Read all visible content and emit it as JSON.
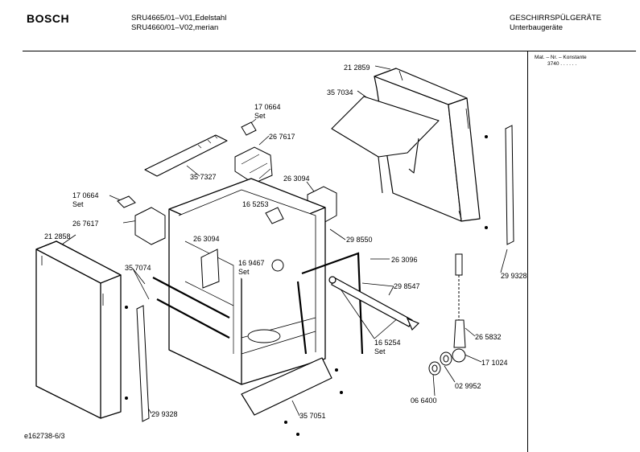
{
  "header": {
    "brand": "BOSCH",
    "model_line1": "SRU4665/01–V01,Edelstahl",
    "model_line2": "SRU4660/01–V02,merian",
    "category_line1": "GESCHIRRSPÜLGERÄTE",
    "category_line2": "Unterbaugeräte"
  },
  "sidebar": {
    "mat_label": "Mat. – Nr. – Konstante",
    "mat_value": "3740 . . . . . ."
  },
  "footer": {
    "doc_id": "e162738-6/3"
  },
  "parts": [
    {
      "id": "p1",
      "label": "21 2859"
    },
    {
      "id": "p2",
      "label": "35 7034"
    },
    {
      "id": "p3",
      "label": "17 0664"
    },
    {
      "id": "p4",
      "label": "Set"
    },
    {
      "id": "p5",
      "label": "26 7617"
    },
    {
      "id": "p6",
      "label": "35 7327"
    },
    {
      "id": "p7",
      "label": "26 3094"
    },
    {
      "id": "p8",
      "label": "16 5253"
    },
    {
      "id": "p9",
      "label": "17 0664"
    },
    {
      "id": "p10",
      "label": "Set"
    },
    {
      "id": "p11",
      "label": "26 7617"
    },
    {
      "id": "p12",
      "label": "21 2858"
    },
    {
      "id": "p13",
      "label": "26 3094"
    },
    {
      "id": "p14",
      "label": "29 8550"
    },
    {
      "id": "p15",
      "label": "16 9467"
    },
    {
      "id": "p16",
      "label": "Set"
    },
    {
      "id": "p17",
      "label": "26 3096"
    },
    {
      "id": "p18",
      "label": "35 7074"
    },
    {
      "id": "p19",
      "label": "29 8547"
    },
    {
      "id": "p20",
      "label": "29 9328"
    },
    {
      "id": "p21",
      "label": "16 5254"
    },
    {
      "id": "p22",
      "label": "Set"
    },
    {
      "id": "p23",
      "label": "26 5832"
    },
    {
      "id": "p24",
      "label": "17 1024"
    },
    {
      "id": "p25",
      "label": "02 9952"
    },
    {
      "id": "p26",
      "label": "06 6400"
    },
    {
      "id": "p27",
      "label": "35 7051"
    },
    {
      "id": "p28",
      "label": "29 9328"
    }
  ]
}
